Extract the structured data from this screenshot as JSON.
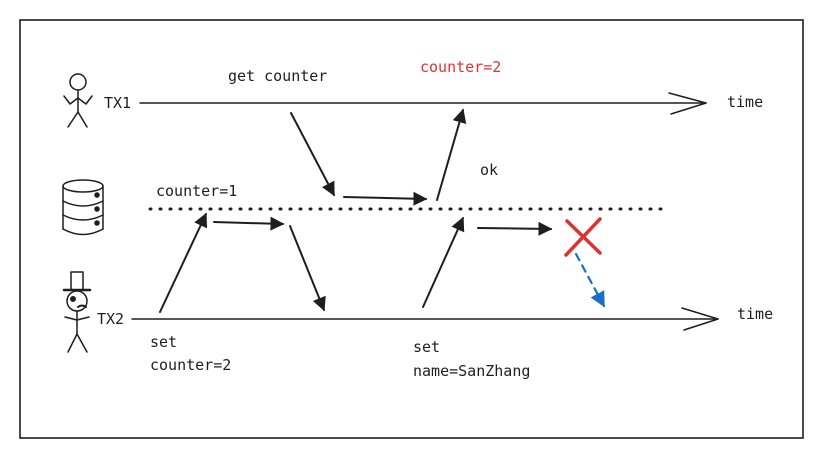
{
  "tx1": {
    "label": "TX1",
    "time_label": "time",
    "get_counter": "get counter",
    "result": "counter=2"
  },
  "tx2": {
    "label": "TX2",
    "time_label": "time",
    "set1_line1": "set",
    "set1_line2": "counter=2",
    "set2_line1": "set",
    "set2_line2": "name=SanZhang"
  },
  "db": {
    "counter_label": "counter=1",
    "ok_label": "ok"
  },
  "colors": {
    "ink": "#1e1e1e",
    "red": "#e03131",
    "blue": "#1971c2"
  },
  "icons": [
    "stick-figure-icon",
    "top-hat-figure-icon",
    "database-icon",
    "red-x-icon"
  ]
}
